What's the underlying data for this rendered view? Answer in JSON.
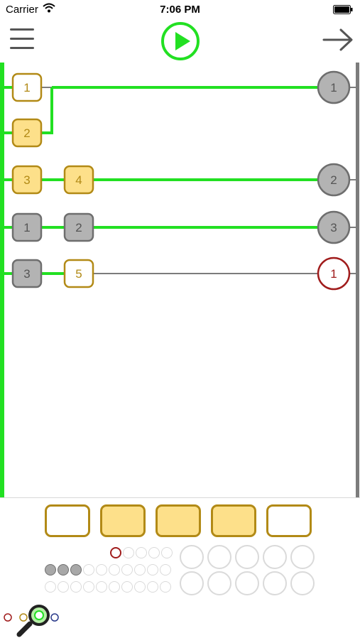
{
  "status_bar": {
    "carrier": "Carrier",
    "time": "7:06 PM"
  },
  "toolbar": {
    "menu_icon": "hamburger-menu-icon",
    "play_icon": "play-icon",
    "next_icon": "arrow-right-icon"
  },
  "colors": {
    "wire_on": "#22e022",
    "wire_off": "#7c7c7c",
    "gold_border": "#b28a16",
    "gold_fill": "#fde08a",
    "grey_fill": "#b3b3b3",
    "grey_border": "#6e6e6e",
    "red": "#a01c1c"
  },
  "board": {
    "rows": [
      {
        "nodes": [
          {
            "label": "1",
            "style": "outline"
          }
        ],
        "output": {
          "label": "1",
          "style": "grey"
        },
        "wire": "on"
      },
      {
        "nodes": [
          {
            "label": "2",
            "style": "filled"
          }
        ],
        "output": null,
        "wire": "on"
      },
      {
        "nodes": [
          {
            "label": "3",
            "style": "filled"
          },
          {
            "label": "4",
            "style": "filled"
          }
        ],
        "output": {
          "label": "2",
          "style": "grey"
        },
        "wire": "on"
      },
      {
        "nodes": [
          {
            "label": "1",
            "style": "grey"
          },
          {
            "label": "2",
            "style": "grey"
          }
        ],
        "output": {
          "label": "3",
          "style": "grey"
        },
        "wire": "on"
      },
      {
        "nodes": [
          {
            "label": "3",
            "style": "grey"
          },
          {
            "label": "5",
            "style": "outline"
          }
        ],
        "output": {
          "label": "1",
          "style": "red"
        },
        "wire": "off"
      }
    ]
  },
  "tray": {
    "slots": [
      "empty",
      "filled",
      "filled",
      "filled",
      "empty"
    ]
  },
  "progress": {
    "row1_small": [
      "red",
      "empty",
      "empty",
      "empty",
      "empty"
    ],
    "row2_small": [
      "grey",
      "grey",
      "grey",
      "empty",
      "empty",
      "empty",
      "empty",
      "empty",
      "empty",
      "empty"
    ],
    "row3_small": [
      "empty",
      "empty",
      "empty",
      "empty",
      "empty",
      "empty",
      "empty",
      "empty",
      "empty",
      "empty"
    ],
    "big_rows": 2,
    "big_cols": 5
  },
  "bottom": {
    "inspect_icon": "magnifier-icon"
  }
}
